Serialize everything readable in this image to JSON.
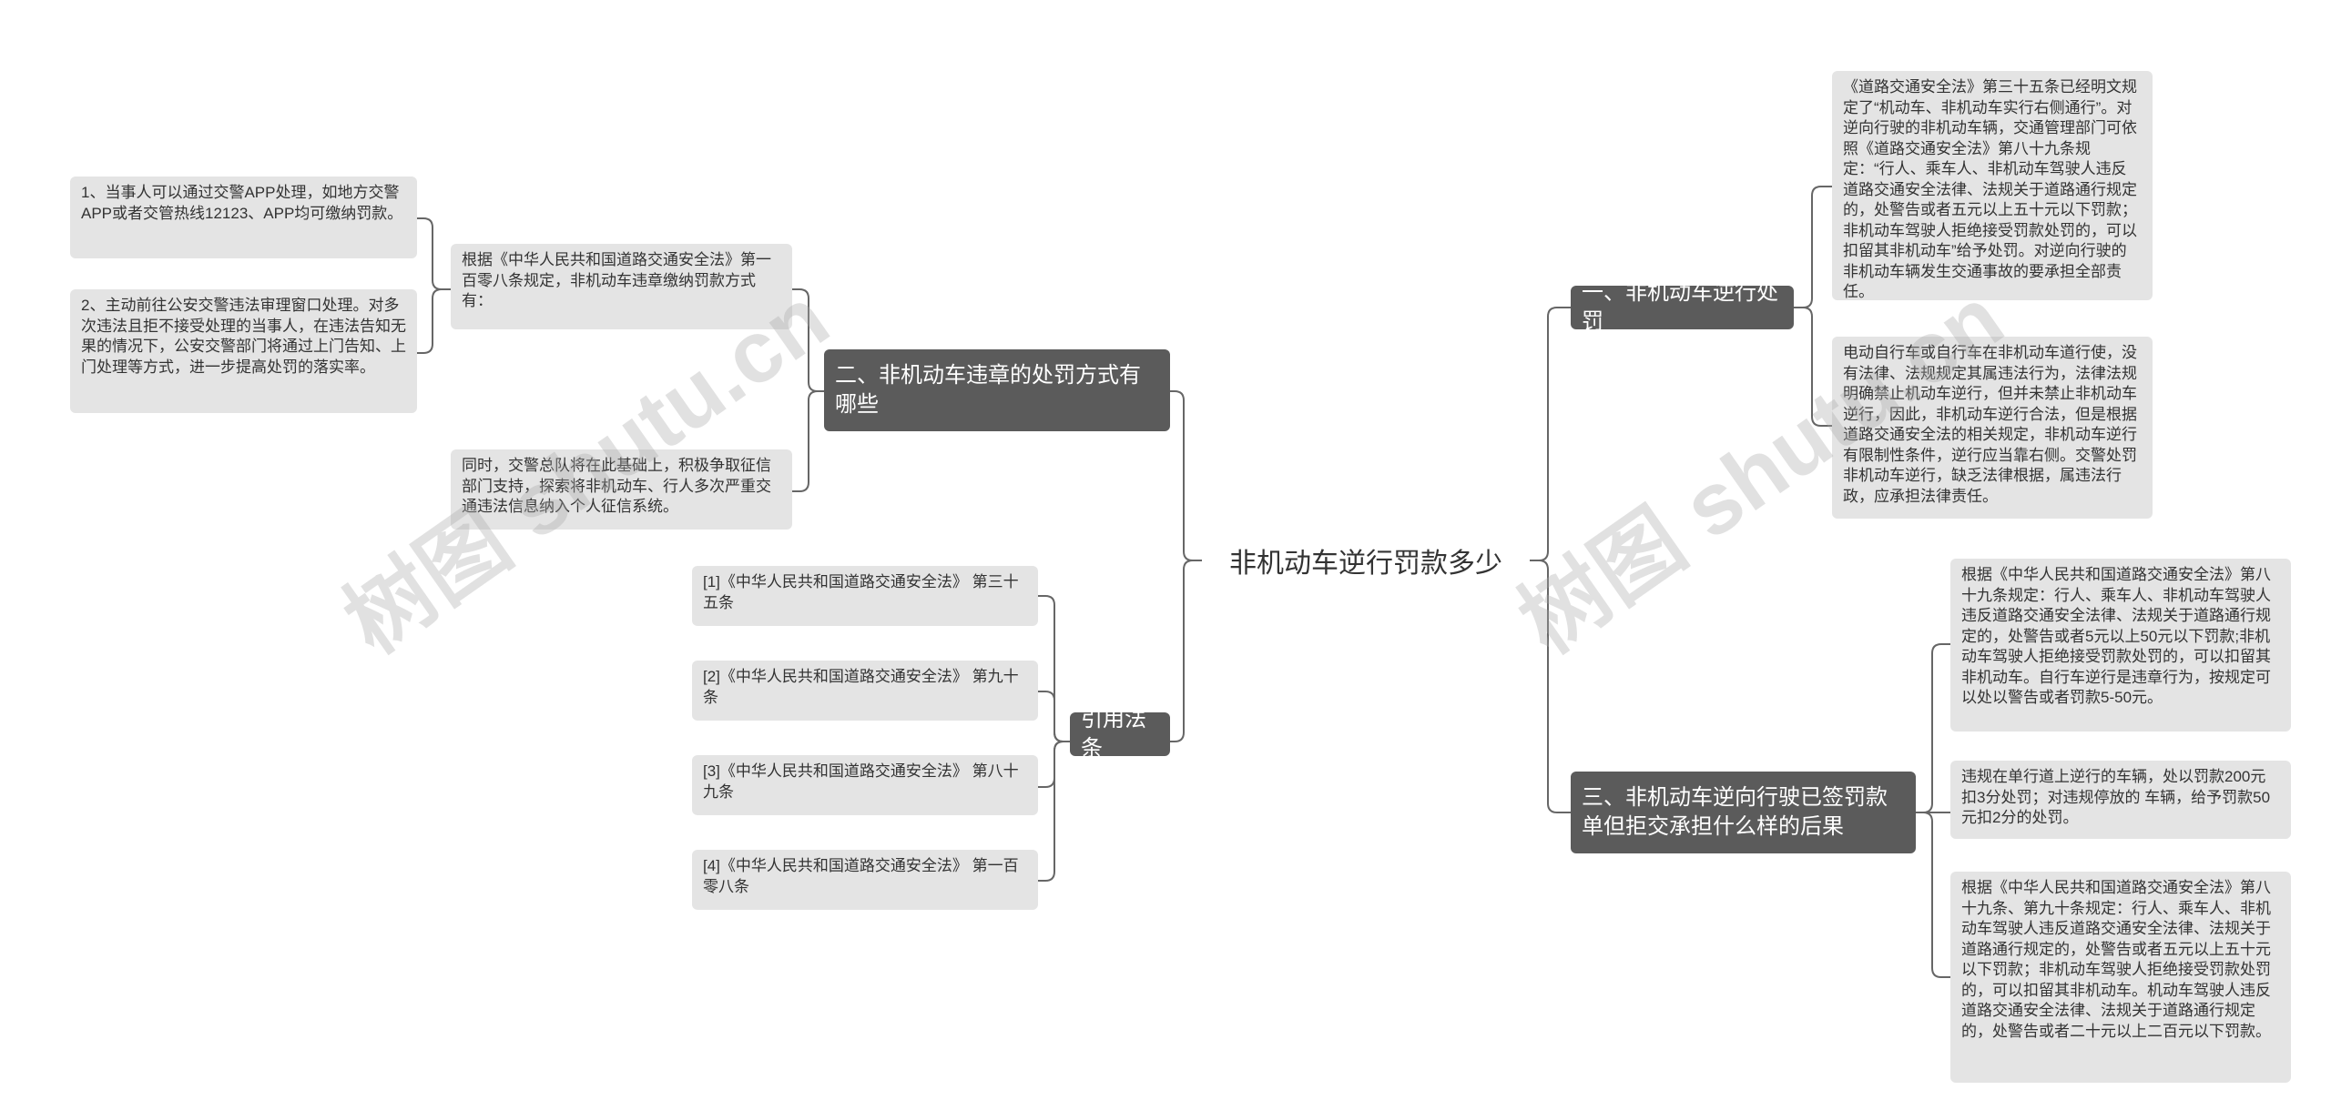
{
  "root": {
    "label": "非机动车逆行罚款多少"
  },
  "branches": {
    "b1": {
      "label": "一、非机动车逆行处罚"
    },
    "b2": {
      "label": "二、非机动车违章的处罚方式有哪些"
    },
    "b3": {
      "label": "三、非机动车逆向行驶已签罚款单但拒交承担什么样的后果"
    },
    "b4": {
      "label": "引用法条"
    }
  },
  "leaves": {
    "r1a": "《道路交通安全法》第三十五条已经明文规定了“机动车、非机动车实行右侧通行”。对逆向行驶的非机动车辆，交通管理部门可依照《道路交通安全法》第八十九条规定：“行人、乘车人、非机动车驾驶人违反道路交通安全法律、法规关于道路通行规定的，处警告或者五元以上五十元以下罚款；非机动车驾驶人拒绝接受罚款处罚的，可以扣留其非机动车”给予处罚。对逆向行驶的非机动车辆发生交通事故的要承担全部责任。",
    "r1b": "电动自行车或自行车在非机动车道行使，没有法律、法规规定其属违法行为，法律法规明确禁止机动车逆行，但并未禁止非机动车逆行，因此，非机动车逆行合法，但是根据道路交通安全法的相关规定，非机动车逆行有限制性条件，逆行应当靠右侧。交警处罚非机动车逆行，缺乏法律根据，属违法行政，应承担法律责任。",
    "r3a": "根据《中华人民共和国道路交通安全法》第八十九条规定：行人、乘车人、非机动车驾驶人违反道路交通安全法律、法规关于道路通行规定的，处警告或者5元以上50元以下罚款;非机动车驾驶人拒绝接受罚款处罚的，可以扣留其非机动车。自行车逆行是违章行为，按规定可以处以警告或者罚款5-50元。",
    "r3b": "违规在单行道上逆行的车辆，处以罚款200元扣3分处罚；对违规停放的 车辆，给予罚款50元扣2分的处罚。",
    "r3c": "根据《中华人民共和国道路交通安全法》第八十九条、第九十条规定：行人、乘车人、非机动车驾驶人违反道路交通安全法律、法规关于道路通行规定的，处警告或者五元以上五十元以下罚款；非机动车驾驶人拒绝接受罚款处罚的，可以扣留其非机动车。机动车驾驶人违反道路交通安全法律、法规关于道路通行规定的，处警告或者二十元以上二百元以下罚款。",
    "l2a": "根据《中华人民共和国道路交通安全法》第一百零八条规定，非机动车违章缴纳罚款方式有：",
    "l2b": "同时，交警总队将在此基础上，积极争取征信部门支持，探索将非机动车、行人多次严重交通违法信息纳入个人征信系统。",
    "l2a1": "1、当事人可以通过交警APP处理，如地方交警APP或者交管热线12123、APP均可缴纳罚款。",
    "l2a2": "2、主动前往公安交警违法审理窗口处理。对多次违法且拒不接受处理的当事人，在违法告知无果的情况下，公安交警部门将通过上门告知、上门处理等方式，进一步提高处罚的落实率。",
    "l4a": "[1]《中华人民共和国道路交通安全法》 第三十五条",
    "l4b": "[2]《中华人民共和国道路交通安全法》 第九十条",
    "l4c": "[3]《中华人民共和国道路交通安全法》 第八十九条",
    "l4d": "[4]《中华人民共和国道路交通安全法》 第一百零八条"
  },
  "watermarks": [
    "树图 shutu.cn",
    "树图 shutu.cn"
  ],
  "colors": {
    "branch_bg": "#5b5b5b",
    "leaf_bg": "#e4e4e4",
    "line": "#666666"
  }
}
